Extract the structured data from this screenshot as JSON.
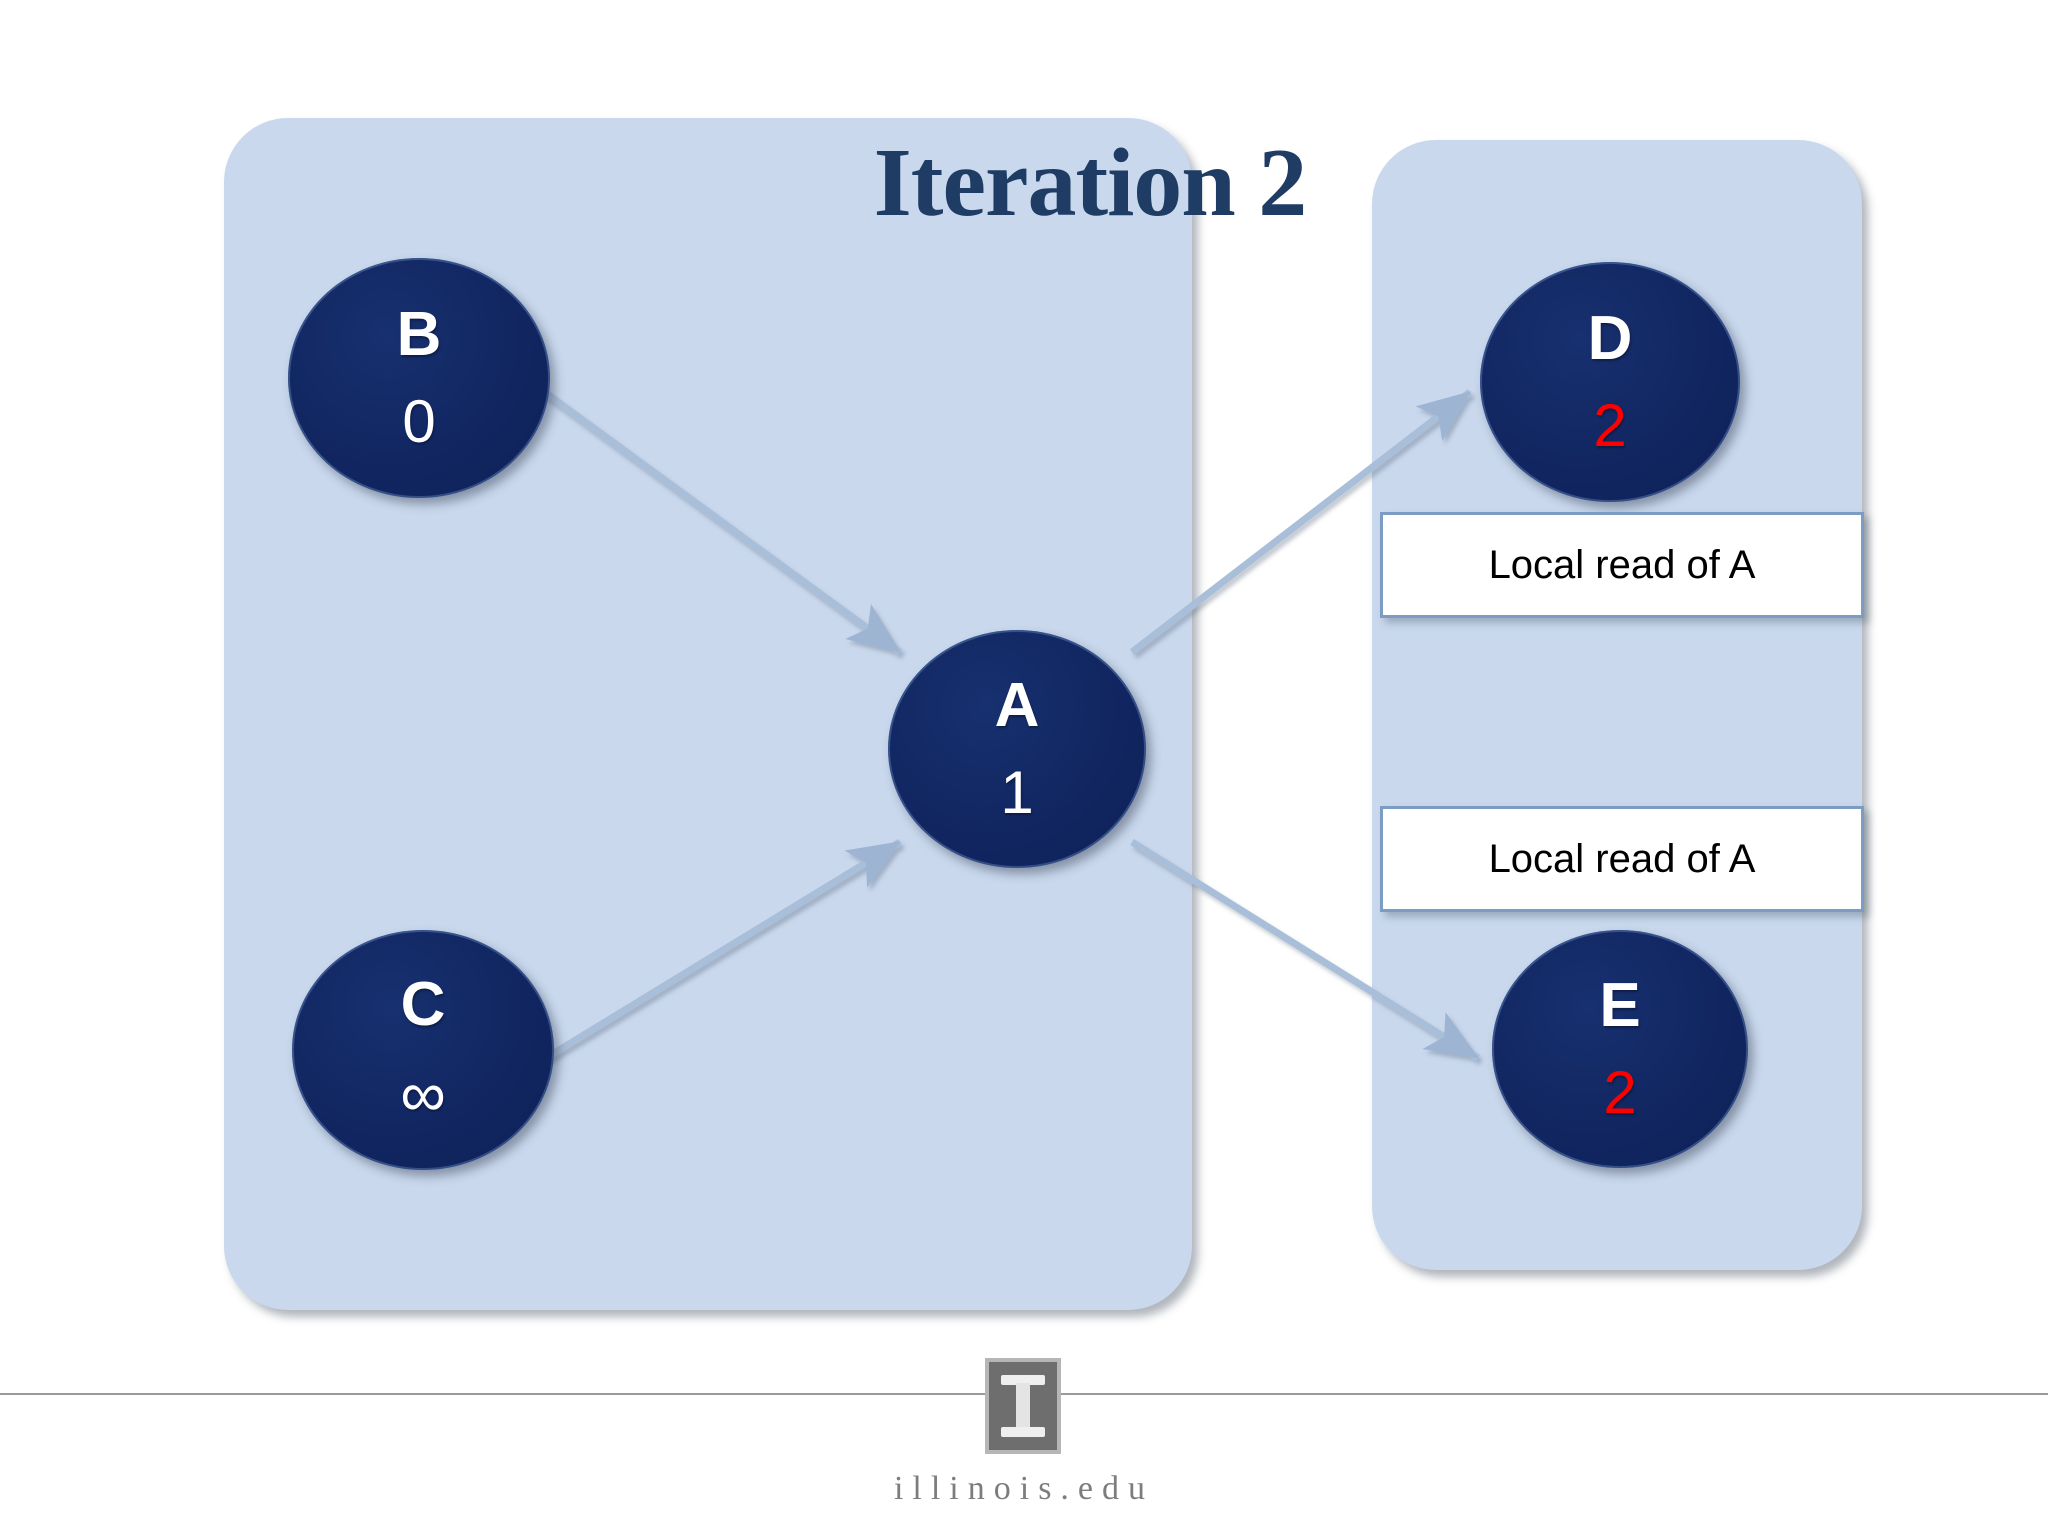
{
  "slide": {
    "title": "Iteration 2",
    "background_color": "#ffffff",
    "panel_color": "#c9d8ed",
    "node_color": "#13286b",
    "accent_red": "#ff0000",
    "title_color": "#1e3c64"
  },
  "panels": {
    "left": {
      "name": "left-group"
    },
    "right": {
      "name": "right-group"
    }
  },
  "nodes": [
    {
      "id": "b",
      "label": "B",
      "value": "0",
      "value_color": "white",
      "panel": "left"
    },
    {
      "id": "c",
      "label": "C",
      "value": "∞",
      "value_color": "white",
      "panel": "left"
    },
    {
      "id": "a",
      "label": "A",
      "value": "1",
      "value_color": "white",
      "panel": "left"
    },
    {
      "id": "d",
      "label": "D",
      "value": "2",
      "value_color": "red",
      "panel": "right"
    },
    {
      "id": "e",
      "label": "E",
      "value": "2",
      "value_color": "red",
      "panel": "right"
    }
  ],
  "edges": [
    {
      "from": "B",
      "to": "A"
    },
    {
      "from": "C",
      "to": "A"
    },
    {
      "from": "A",
      "to": "D"
    },
    {
      "from": "A",
      "to": "E"
    }
  ],
  "callouts": [
    {
      "text": "Local read of A"
    },
    {
      "text": "Local read of A"
    }
  ],
  "footer": {
    "wordmark": "illinois.edu",
    "logo_name": "illinois-block-i-logo"
  }
}
